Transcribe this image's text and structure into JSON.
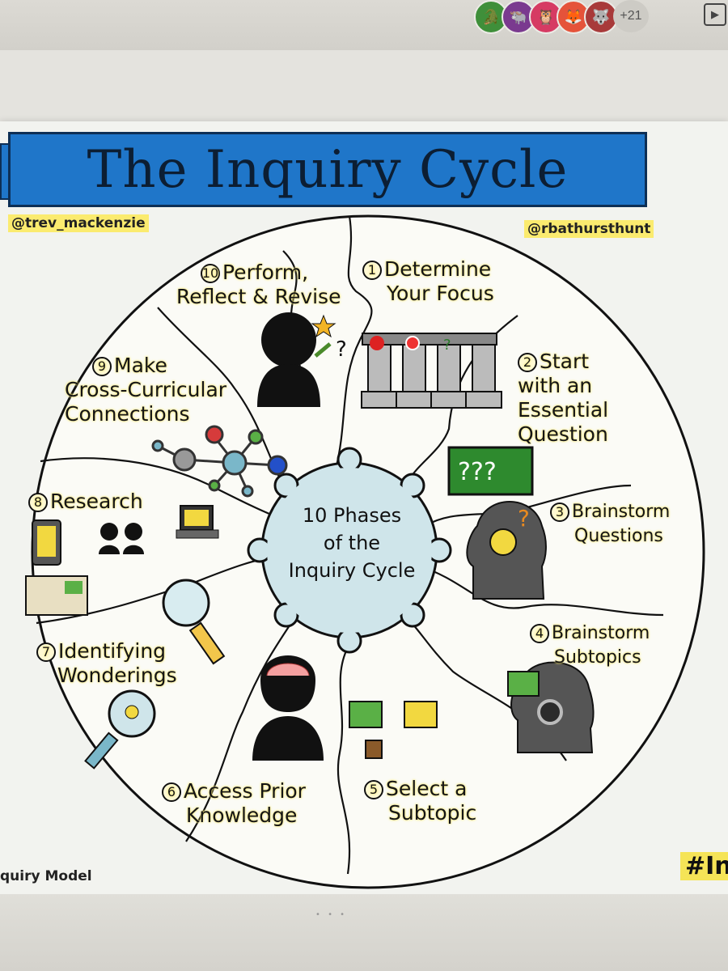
{
  "browser": {
    "avatars": [
      {
        "name": "alligator-avatar",
        "color": "#3f8f3a"
      },
      {
        "name": "buffalo-avatar",
        "color": "#7a3a8f"
      },
      {
        "name": "owl-avatar",
        "color": "#d63b63"
      },
      {
        "name": "fox-avatar",
        "color": "#e5533a"
      },
      {
        "name": "wolf-avatar",
        "color": "#a83a3a"
      }
    ],
    "extra_count": "+21"
  },
  "slide": {
    "title": "The Inquiry Cycle",
    "handle_left": "@trev_mackenzie",
    "handle_right": "@rbathursthunt",
    "center_text": [
      "10 Phases",
      "of the",
      "Inquiry Cycle"
    ],
    "footer_left": "quiry Model",
    "footer_right": "#In",
    "phases": [
      {
        "num": "1",
        "lines": [
          "Determine",
          "Your Focus"
        ]
      },
      {
        "num": "2",
        "lines": [
          "Start",
          "with an",
          "Essential",
          "Question"
        ]
      },
      {
        "num": "3",
        "lines": [
          "Brainstorm",
          "Questions"
        ]
      },
      {
        "num": "4",
        "lines": [
          "Brainstorm",
          "Subtopics"
        ]
      },
      {
        "num": "5",
        "lines": [
          "Select a",
          "Subtopic"
        ]
      },
      {
        "num": "6",
        "lines": [
          "Access Prior",
          "Knowledge"
        ]
      },
      {
        "num": "7",
        "lines": [
          "Identifying",
          "Wonderings"
        ]
      },
      {
        "num": "8",
        "lines": [
          "Research"
        ]
      },
      {
        "num": "9",
        "lines": [
          "Make",
          "Cross-Curricular",
          "Connections"
        ]
      },
      {
        "num": "10",
        "lines": [
          "Perform,",
          "Reflect & Revise"
        ]
      }
    ],
    "chalkboard_text": "???"
  }
}
